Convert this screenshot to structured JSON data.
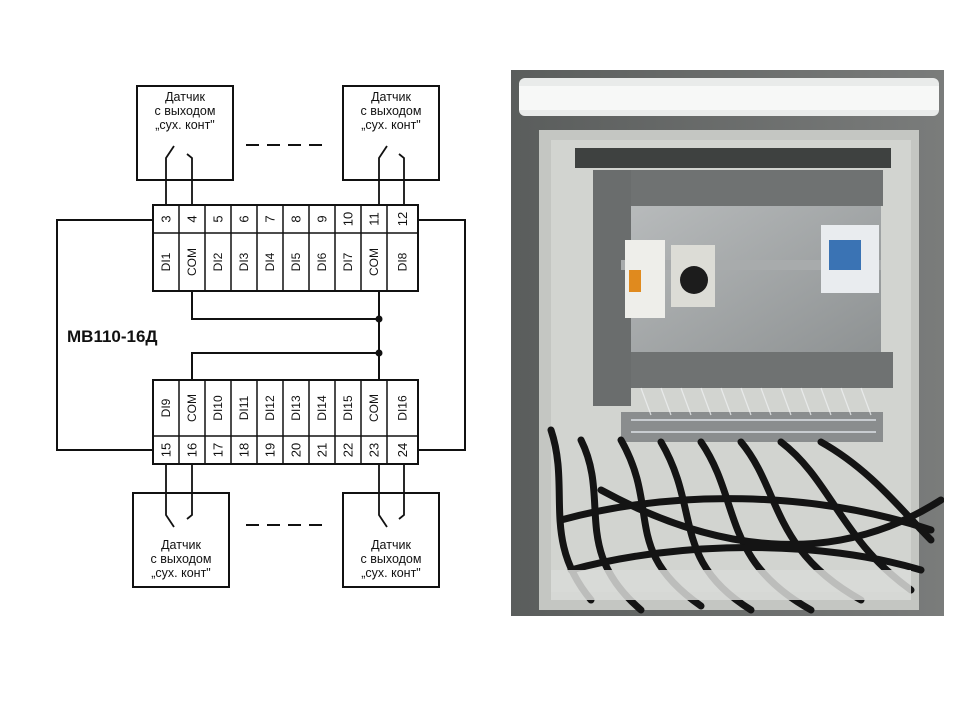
{
  "module": {
    "model_label": "МВ110-16Д"
  },
  "sensor": {
    "line1": "Датчик",
    "line2": "с выходом",
    "line3": "„сух. конт\""
  },
  "top_terminals": {
    "numbers": [
      "3",
      "4",
      "5",
      "6",
      "7",
      "8",
      "9",
      "10",
      "11",
      "12"
    ],
    "signals": [
      "DI1",
      "COM",
      "DI2",
      "DI3",
      "DI4",
      "DI5",
      "DI6",
      "DI7",
      "COM",
      "DI8"
    ]
  },
  "bottom_terminals": {
    "numbers": [
      "15",
      "16",
      "17",
      "18",
      "19",
      "20",
      "21",
      "22",
      "23",
      "24"
    ],
    "signals": [
      "DI9",
      "COM",
      "DI10",
      "DI11",
      "DI12",
      "DI13",
      "DI14",
      "DI15",
      "COM",
      "DI16"
    ]
  },
  "photo": {
    "description_icon": "electrical-cabinet-photo",
    "colors": {
      "panel": "#c9cbc6",
      "cable": "#141414",
      "duct": "#6e7070"
    }
  }
}
